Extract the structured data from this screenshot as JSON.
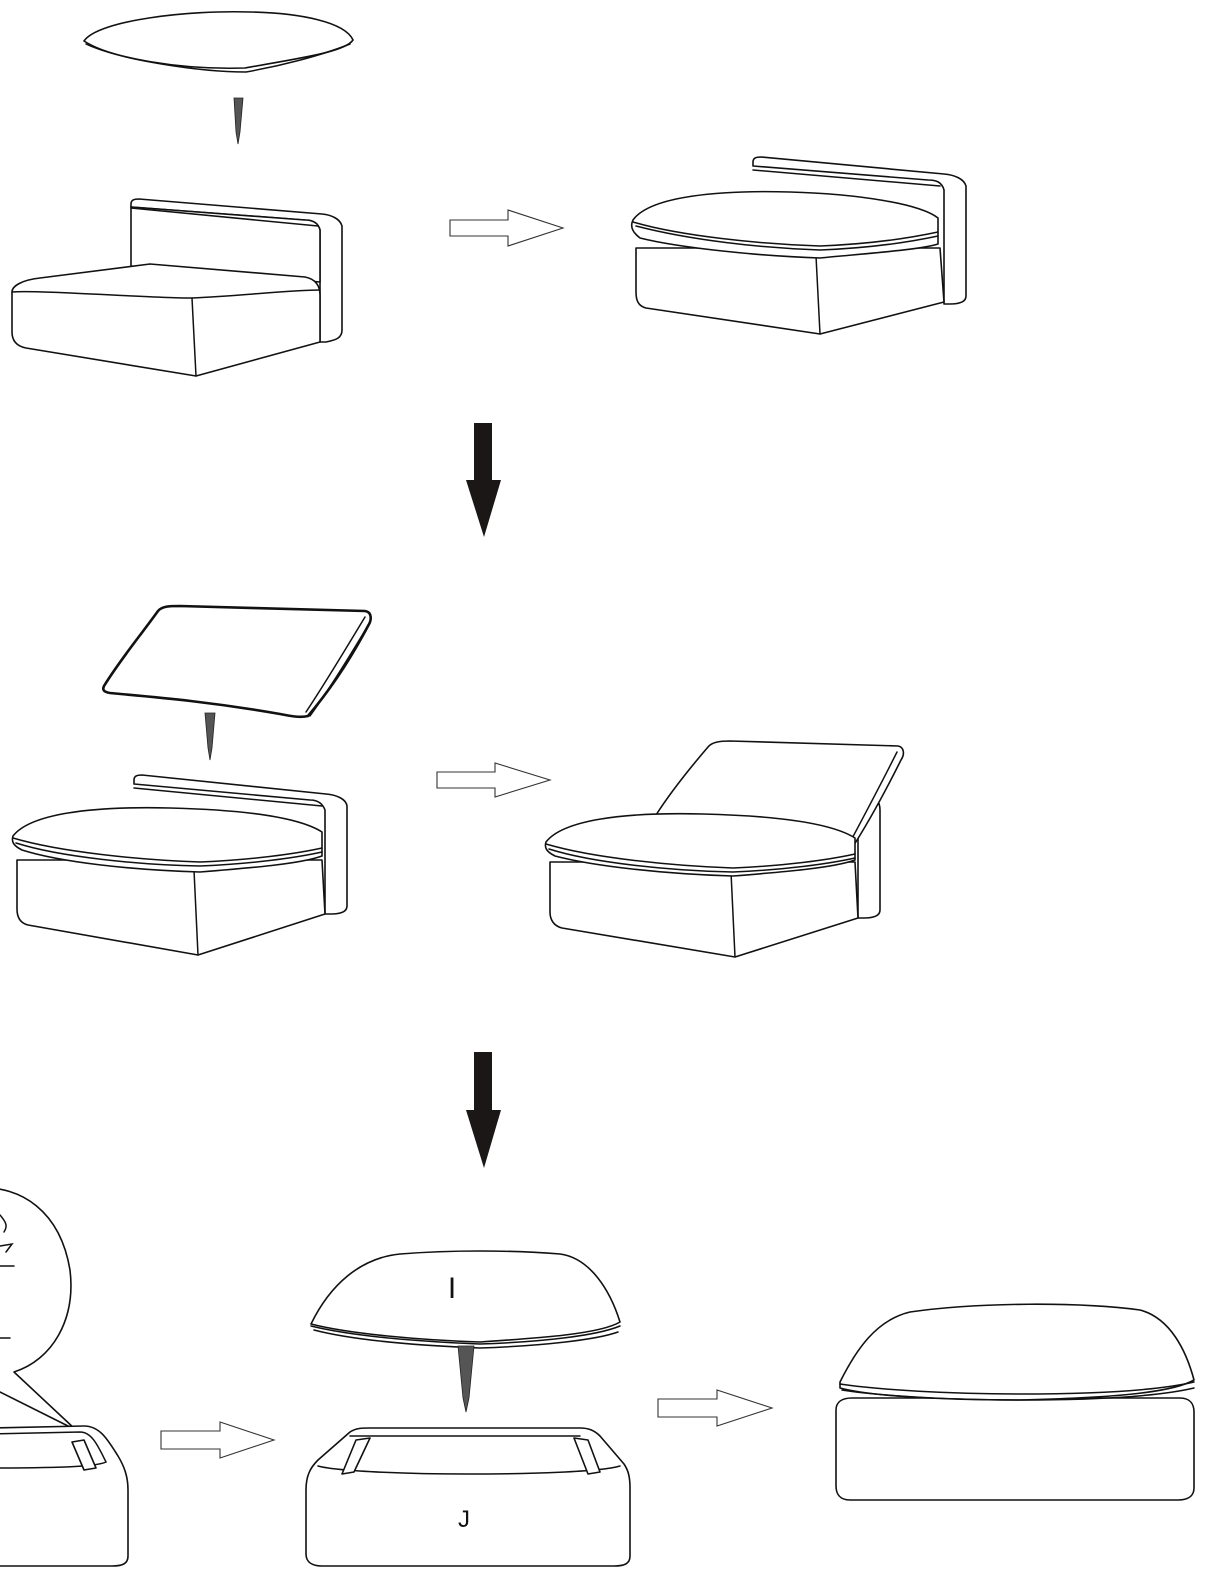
{
  "colors": {
    "line": "#111111",
    "fill": "#ffffff",
    "big_arrow": "#1a1716",
    "small_arrow": "#555555"
  },
  "steps": [
    {
      "name": "attach-seat-cushion-to-armless-chair"
    },
    {
      "name": "attach-back-cushion-to-armless-chair"
    },
    {
      "name": "assemble-ottoman"
    }
  ],
  "labels": {
    "ottoman_cushion": "I",
    "ottoman_base": "J"
  }
}
